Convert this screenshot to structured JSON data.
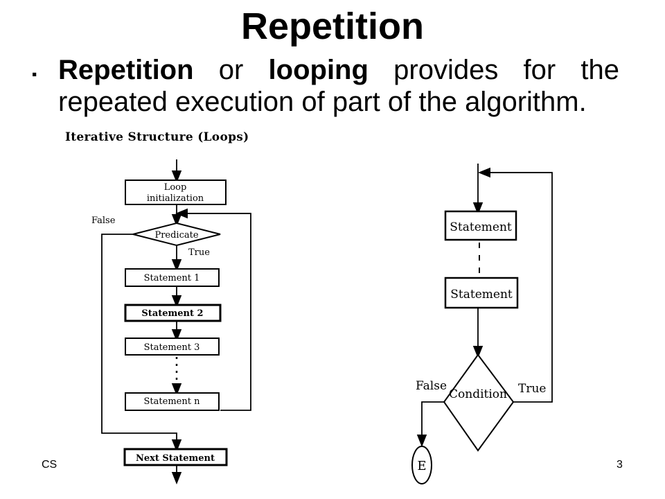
{
  "slide": {
    "title": "Repetition",
    "bullet_glyph": "▪",
    "bullet": {
      "term1": "Repetition",
      "connector": "or",
      "term2": "looping",
      "rest": "provides for the repeated execution of part of the algorithm."
    },
    "subtitle": "Iterative Structure (Loops)",
    "footer_left": "CS",
    "page_number": "3"
  },
  "diagram_left": {
    "init_line1": "Loop",
    "init_line2": "initialization",
    "predicate": "Predicate",
    "false_label": "False",
    "true_label": "True",
    "statements": [
      "Statement 1",
      "Statement 2",
      "Statement 3",
      "Statement n"
    ],
    "next": "Next Statement"
  },
  "diagram_right": {
    "statement_top": "Statement",
    "statement_bottom": "Statement",
    "condition": "Condition",
    "false_label": "False",
    "true_label": "True",
    "end_label": "E"
  }
}
